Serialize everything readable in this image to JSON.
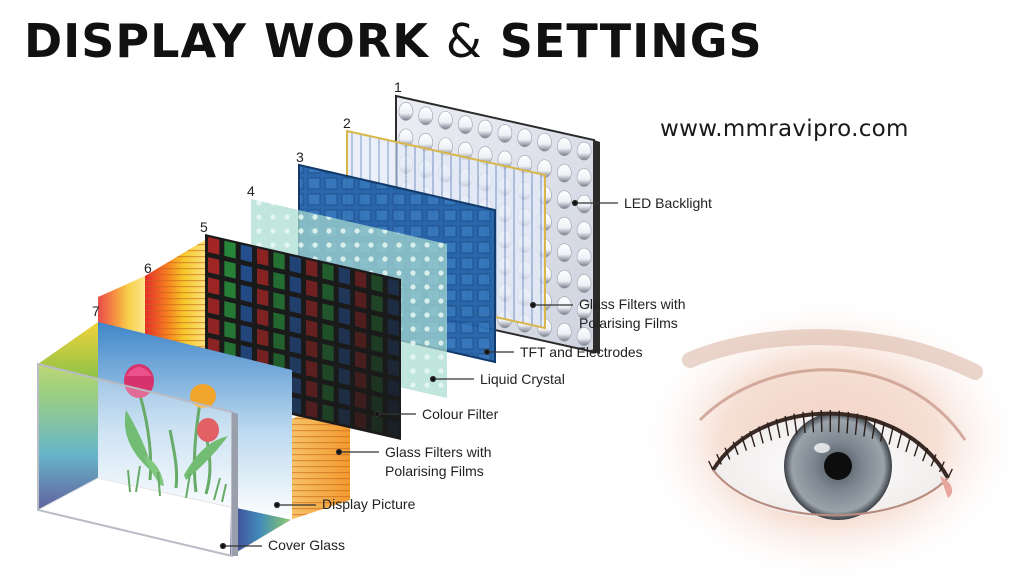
{
  "header": {
    "title_part1": "DISPLAY WORK",
    "title_amp": "&",
    "title_part2": "SETTINGS",
    "website": "www.mmravipro.com"
  },
  "diagram": {
    "layers": [
      {
        "number": "1",
        "label": "LED Backlight"
      },
      {
        "number": "2",
        "label_line1": "Glass Filters with",
        "label_line2": "Polarising Films"
      },
      {
        "number": "3",
        "label": "TFT and Electrodes"
      },
      {
        "number": "4",
        "label": "Liquid Crystal"
      },
      {
        "number": "5",
        "label": "Colour Filter"
      },
      {
        "number": "6",
        "label_line1": "Glass Filters with",
        "label_line2": "Polarising Films"
      },
      {
        "number": "7",
        "label": "Display Picture"
      }
    ],
    "cover_label": "Cover Glass"
  },
  "colors": {
    "led_frame": "#2b2b2b",
    "tft_blue": "#1f5fa8",
    "liquid_crystal": "#a9ddd0",
    "colour_filter_frame": "#1a1a1a",
    "iris": "#7d8791"
  },
  "icons": [
    "eye-illustration"
  ]
}
